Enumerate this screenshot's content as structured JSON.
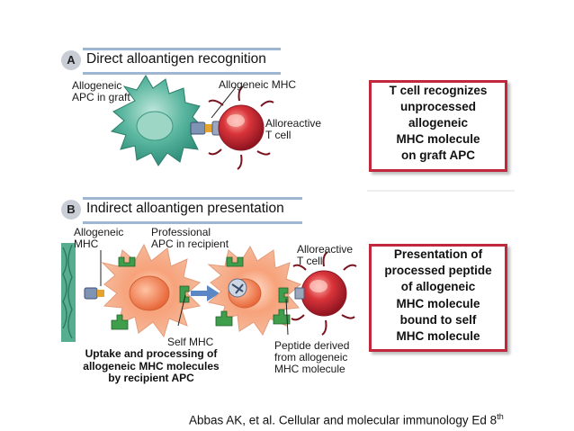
{
  "panel_a": {
    "badge": "A",
    "title": "Direct alloantigen recognition",
    "label_apc_line1": "Allogeneic",
    "label_apc_line2": "APC in graft",
    "label_mhc": "Allogeneic MHC",
    "label_tcell_line1": "Alloreactive",
    "label_tcell_line2": "T cell",
    "box_lines": [
      "T cell recognizes",
      "unprocessed",
      "allogeneic",
      "MHC molecule",
      "on graft APC"
    ]
  },
  "panel_b": {
    "badge": "B",
    "title": "Indirect alloantigen presentation",
    "label_allo_mhc_line1": "Allogeneic",
    "label_allo_mhc_line2": "MHC",
    "label_prof_apc_line1": "Professional",
    "label_prof_apc_line2": "APC in recipient",
    "label_tcell_line1": "Alloreactive",
    "label_tcell_line2": "T cell",
    "label_self_mhc": "Self MHC",
    "label_peptide_line1": "Peptide derived",
    "label_peptide_line2": "from allogeneic",
    "label_peptide_line3": "MHC molecule",
    "uptake_lines": [
      "Uptake and processing of",
      "allogeneic MHC molecules",
      "by recipient APC"
    ],
    "box_lines": [
      "Presentation of",
      "processed peptide",
      "of allogeneic",
      "MHC molecule",
      "bound to self",
      "MHC molecule"
    ]
  },
  "credit": {
    "text": "Abbas AK, et al. Cellular and molecular immunology Ed 8",
    "sup": "th"
  },
  "colors": {
    "apc_green": "#4eae98",
    "tcell_red": "#c91f2c",
    "apc_orange": "#f08a5a",
    "box_border": "#c2283b",
    "bar_blue": "#9fb6d3"
  }
}
